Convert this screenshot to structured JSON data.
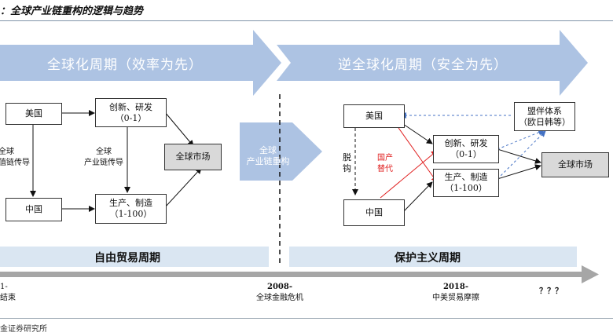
{
  "header": {
    "title": "：全球产业链重构的逻辑与趋势"
  },
  "left": {
    "banner": "全球化周期（效率为先）",
    "nodes": {
      "usa": "美国",
      "rd": "创新、研发",
      "rd_sub": "（0-1）",
      "market": "全球市场",
      "china": "中国",
      "mfg": "生产、制造",
      "mfg_sub": "（1-100）"
    },
    "side_label": [
      "全球",
      "值链传导"
    ],
    "mid_label": [
      "全球",
      "产业链传导"
    ],
    "band": "自由贸易周期"
  },
  "center": {
    "label": [
      "全球",
      "产业链重构"
    ]
  },
  "right": {
    "banner": "逆全球化周期（安全为先）",
    "nodes": {
      "usa": "美国",
      "alliance": "盟伴体系",
      "alliance_sub": "（欧日韩等）",
      "rd": "创新、研发",
      "rd_sub": "（0-1）",
      "mfg": "生产、制造",
      "mfg_sub": "（1-100）",
      "market": "全球市场",
      "china": "中国"
    },
    "decouple": [
      "脱",
      "钩"
    ],
    "substitute": [
      "国产",
      "替代"
    ],
    "band": "保护主义周期"
  },
  "timeline": {
    "left_year": "1-",
    "left_event": "结束",
    "mid_year": "2008-",
    "mid_event": "全球金融危机",
    "right_year": "2018-",
    "right_event": "中美贸易摩擦",
    "future": "？？？"
  },
  "source": "金证券研究所",
  "colors": {
    "arrow_blue": "#adc3e3",
    "band": "#dae6f2",
    "red": "#e02020",
    "dashed_blue": "#4472c4",
    "timeline_gray": "#a6a6a6"
  }
}
